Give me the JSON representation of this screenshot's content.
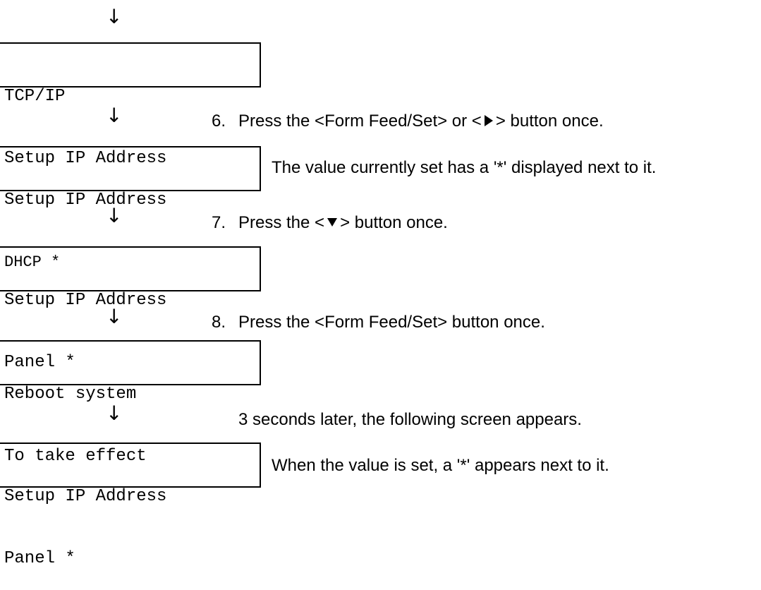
{
  "arrow_glyph": "↓",
  "screens": [
    {
      "line1": "TCP/IP",
      "line2": "Setup IP Address"
    },
    {
      "line1": "Setup IP Address",
      "line2": "DHCP *"
    },
    {
      "line1": "Setup IP Address",
      "line2": "Panel *"
    },
    {
      "line1": "Reboot system",
      "line2": "To take effect"
    },
    {
      "line1": "Setup IP Address",
      "line2": "Panel *"
    }
  ],
  "steps": {
    "s6": {
      "num": "6.",
      "pre": "Press the <Form Feed/Set> or <",
      "post": "> button once.",
      "icon": "right-triangle-icon"
    },
    "s7": {
      "num": "7.",
      "pre": "Press the <",
      "post": "> button once.",
      "icon": "down-triangle-icon"
    },
    "s8": {
      "num": "8.",
      "text": "Press the <Form Feed/Set> button once."
    }
  },
  "notes": {
    "n1": "The value currently set has a '*' displayed next to it.",
    "n2": "3 seconds later, the following screen appears.",
    "n3": "When the value is set, a '*' appears next to it."
  }
}
